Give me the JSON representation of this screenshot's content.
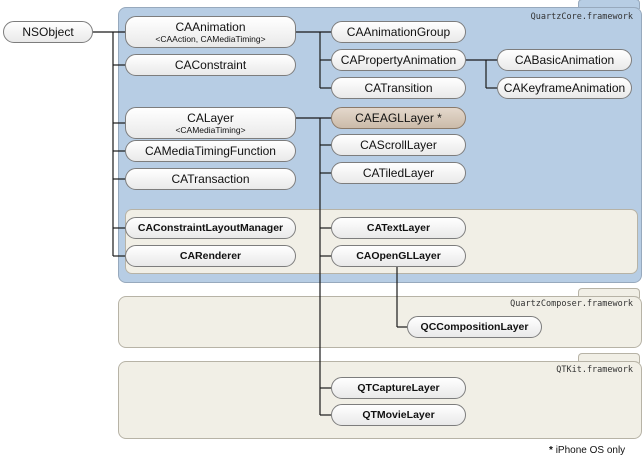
{
  "frameworks": {
    "quartzcore": "QuartzCore.framework",
    "quartzcomposer": "QuartzComposer.framework",
    "qtkit": "QTKit.framework"
  },
  "nodes": {
    "nsobject": "NSObject",
    "caanimation": "CAAnimation",
    "caanimation_protocols": "<CAAction, CAMediaTiming>",
    "caanimationgroup": "CAAnimationGroup",
    "capropertyanimation": "CAPropertyAnimation",
    "cabasicanimation": "CABasicAnimation",
    "cakeyframeanimation": "CAKeyframeAnimation",
    "catransition": "CATransition",
    "caconstraint": "CAConstraint",
    "calayer": "CALayer",
    "calayer_protocols": "<CAMediaTiming>",
    "caeagllayer": "CAEAGLLayer *",
    "cascrolllayer": "CAScrollLayer",
    "catiledlayer": "CATiledLayer",
    "camediatimingfunction": "CAMediaTimingFunction",
    "catransaction": "CATransaction",
    "caconstraintlayoutmanager": "CAConstraintLayoutManager",
    "carenderer": "CARenderer",
    "catextlayer": "CATextLayer",
    "caopengllayer": "CAOpenGLLayer",
    "qccompositionlayer": "QCCompositionLayer",
    "qtcapturelayer": "QTCaptureLayer",
    "qtmovielayer": "QTMovieLayer"
  },
  "footnote": {
    "marker": "*",
    "text": "iPhone OS only"
  },
  "colors": {
    "quartzcore_fill": "#b7cde4",
    "framework_fill": "#f1efe6",
    "highlight_fill": "#d6c6b6",
    "line": "#1a1a1a"
  }
}
